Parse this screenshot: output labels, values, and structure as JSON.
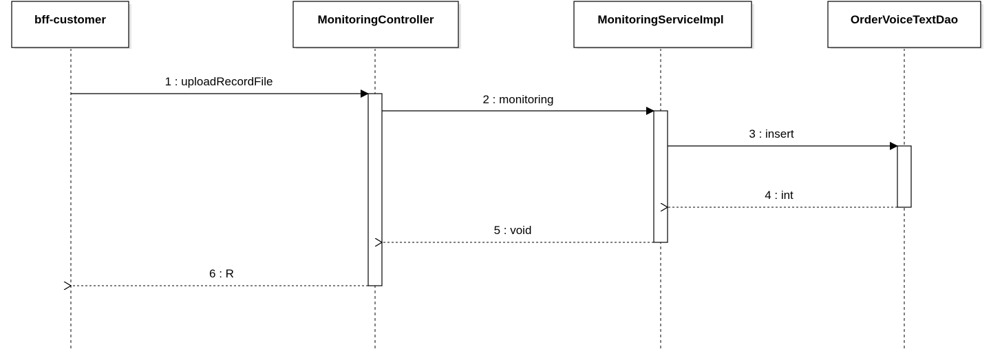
{
  "participants": [
    {
      "id": "bff",
      "name": "bff-customer"
    },
    {
      "id": "ctrl",
      "name": "MonitoringController"
    },
    {
      "id": "svc",
      "name": "MonitoringServiceImpl"
    },
    {
      "id": "dao",
      "name": "OrderVoiceTextDao"
    }
  ],
  "messages": [
    {
      "label": "1 : uploadRecordFile",
      "from": "bff",
      "to": "ctrl",
      "kind": "sync"
    },
    {
      "label": "2 : monitoring",
      "from": "ctrl",
      "to": "svc",
      "kind": "sync"
    },
    {
      "label": "3 : insert",
      "from": "svc",
      "to": "dao",
      "kind": "sync"
    },
    {
      "label": "4 : int",
      "from": "dao",
      "to": "svc",
      "kind": "return"
    },
    {
      "label": "5 : void",
      "from": "svc",
      "to": "ctrl",
      "kind": "return"
    },
    {
      "label": "6 : R",
      "from": "ctrl",
      "to": "bff",
      "kind": "return"
    }
  ],
  "colors": {
    "stroke": "#000000",
    "shadow": "#e6e6e6",
    "fill": "#ffffff"
  }
}
